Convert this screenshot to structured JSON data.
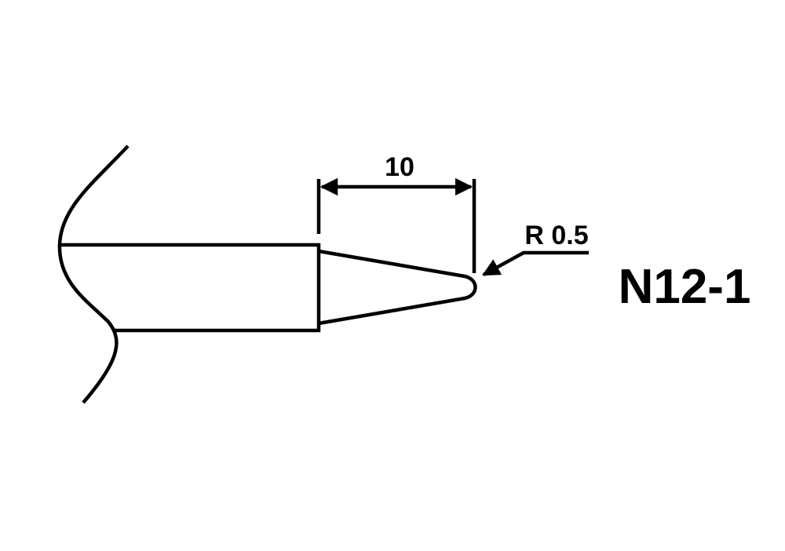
{
  "dimension": {
    "value_label": "10"
  },
  "radius": {
    "label": "R 0.5"
  },
  "model": {
    "code": "N12-1"
  },
  "colors": {
    "line": "#000000",
    "background": "#ffffff"
  }
}
